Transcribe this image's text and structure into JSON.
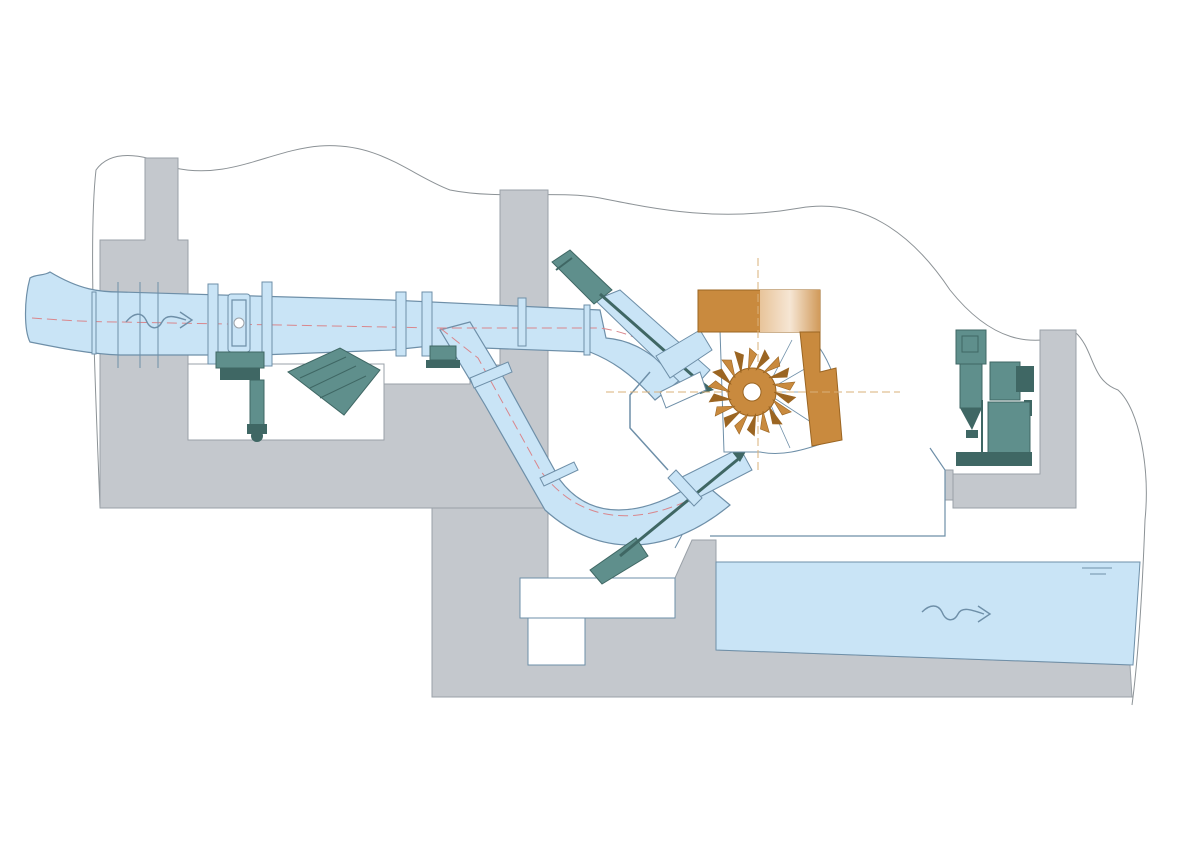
{
  "figure": {
    "subject": "pelton-turbine-powerhouse-cross-section",
    "text_labels": []
  },
  "colors": {
    "background": "#ffffff",
    "concrete": "#c4c8cd",
    "concrete_edge": "#9aa1a8",
    "rock_outline": "#8c9296",
    "water_fill": "#c9e4f6",
    "water_edge": "#6e8fa8",
    "flow_centerline": "#d9868c",
    "equipment_teal": "#5f8f8c",
    "equipment_teal_dark": "#3f6764",
    "runner_bronze": "#c98a3e",
    "runner_bronze_dark": "#9b6522",
    "housing_white": "#ffffff",
    "axis_dash": "#d9b07a"
  },
  "components": [
    {
      "name": "headrace-penstock",
      "type": "pipe"
    },
    {
      "name": "main-inlet-valve",
      "type": "valve"
    },
    {
      "name": "valve-servomotor",
      "type": "actuator"
    },
    {
      "name": "bypass-valve",
      "type": "valve"
    },
    {
      "name": "distributor-pipe",
      "type": "manifold"
    },
    {
      "name": "upper-injector",
      "type": "nozzle"
    },
    {
      "name": "lower-injector",
      "type": "nozzle"
    },
    {
      "name": "pelton-runner",
      "type": "turbine"
    },
    {
      "name": "generator-shaft-housing",
      "type": "housing"
    },
    {
      "name": "hydraulic-power-unit",
      "type": "control"
    },
    {
      "name": "tailrace-channel",
      "type": "water"
    }
  ],
  "flow_arrows": [
    {
      "name": "inflow-arrow",
      "direction": "right"
    },
    {
      "name": "tailrace-arrow",
      "direction": "right"
    }
  ]
}
